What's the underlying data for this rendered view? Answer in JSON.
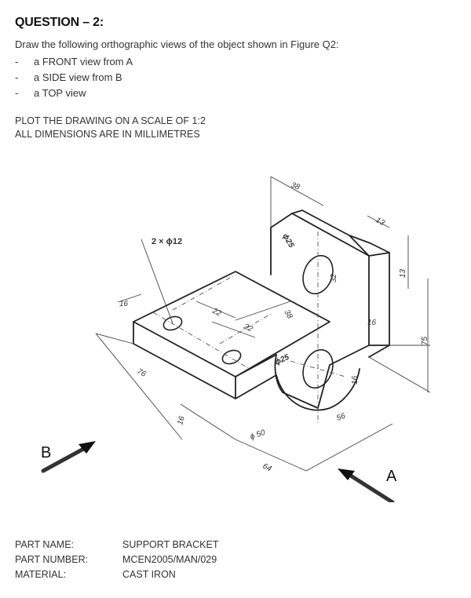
{
  "question": {
    "title": "QUESTION – 2:",
    "intro": "Draw the following orthographic views of the object shown in Figure Q2:",
    "views": [
      {
        "dash": "-",
        "text": "a FRONT view from A"
      },
      {
        "dash": "-",
        "text": "a SIDE view from B"
      },
      {
        "dash": "-",
        "text": "a TOP view"
      }
    ],
    "plot_line1": "PLOT THE DRAWING ON A SCALE OF 1:2",
    "plot_line2": "ALL DIMENSIONS ARE IN MILLIMETRES"
  },
  "figure": {
    "dims": {
      "d38_top": "38",
      "d13_top": "13",
      "d13_side": "13",
      "d75": "75",
      "hole12": "2 × ϕ12",
      "d25_top": "ϕ25",
      "d32": "32",
      "d16_right": "16",
      "d16_left": "16",
      "d22_a": "22",
      "d22_b": "22",
      "d38_mid": "38",
      "d25_mid": "ϕ25",
      "d16_vert": "16",
      "d76": "76",
      "d16_bottom": "16",
      "d50": "ϕ 50",
      "d64": "64",
      "d56": "56"
    },
    "label_b": "B",
    "label_a": "A"
  },
  "part": {
    "name_label": "PART NAME:",
    "name_value": "SUPPORT BRACKET",
    "number_label": "PART NUMBER:",
    "number_value": "MCEN2005/MAN/029",
    "material_label": "MATERIAL:",
    "material_value": "CAST IRON"
  }
}
